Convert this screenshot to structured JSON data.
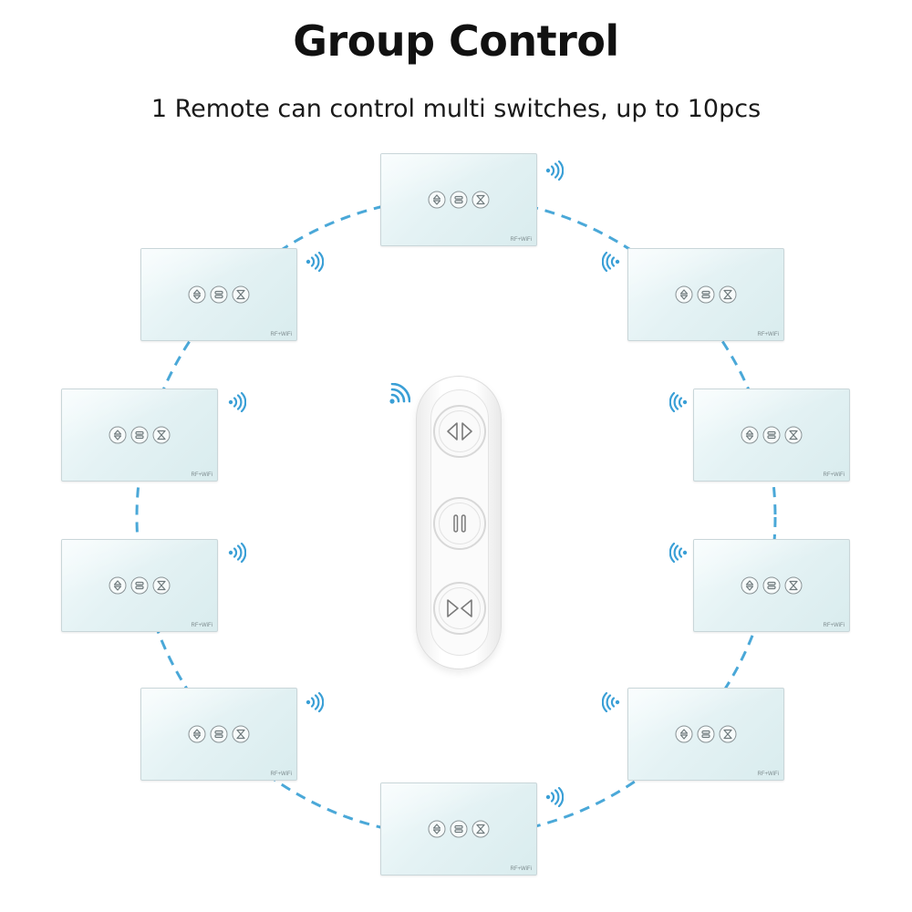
{
  "header": {
    "title": "Group Control",
    "subtitle": "1 Remote can control multi switches, up to 10pcs"
  },
  "colors": {
    "accent": "#3a9fd6",
    "dash": "#4aa8d8",
    "switch_border": "#c9d6d9"
  },
  "switch": {
    "label": "RF+WiFi",
    "buttons": [
      "up-down-icon",
      "stop-icon",
      "hourglass-icon"
    ],
    "count": 10
  },
  "remote": {
    "buttons": [
      "open-icon",
      "pause-icon",
      "close-icon"
    ]
  }
}
